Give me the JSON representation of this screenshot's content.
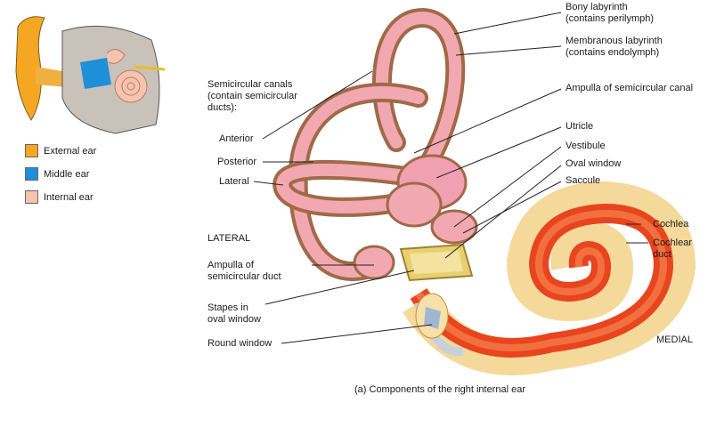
{
  "legend": [
    {
      "label": "External ear",
      "color": "#f5a623"
    },
    {
      "label": "Middle ear",
      "color": "#1e8fd8"
    },
    {
      "label": "Internal ear",
      "color": "#f6c3b0"
    }
  ],
  "labels": {
    "bony_labyrinth": "Bony labyrinth",
    "bony_labyrinth_sub": "(contains perilymph)",
    "membranous_labyrinth": "Membranous labyrinth",
    "membranous_labyrinth_sub": "(contains endolymph)",
    "ampulla_canal": "Ampulla of semicircular canal",
    "utricle": "Utricle",
    "vestibule": "Vestibule",
    "oval_window": "Oval window",
    "saccule": "Saccule",
    "cochlea": "Cochlea",
    "cochlear_duct_1": "Cochlear",
    "cochlear_duct_2": "duct",
    "medial": "MEDIAL",
    "semicircular_1": "Semicircular canals",
    "semicircular_2": "(contain semicircular",
    "semicircular_3": "ducts):",
    "anterior": "Anterior",
    "posterior": "Posterior",
    "lateral_canal": "Lateral",
    "lateral_side": "LATERAL",
    "ampulla_duct_1": "Ampulla of",
    "ampulla_duct_2": "semicircular duct",
    "stapes_1": "Stapes in",
    "stapes_2": "oval window",
    "round_window": "Round window"
  },
  "caption": "(a) Components of the right internal ear"
}
